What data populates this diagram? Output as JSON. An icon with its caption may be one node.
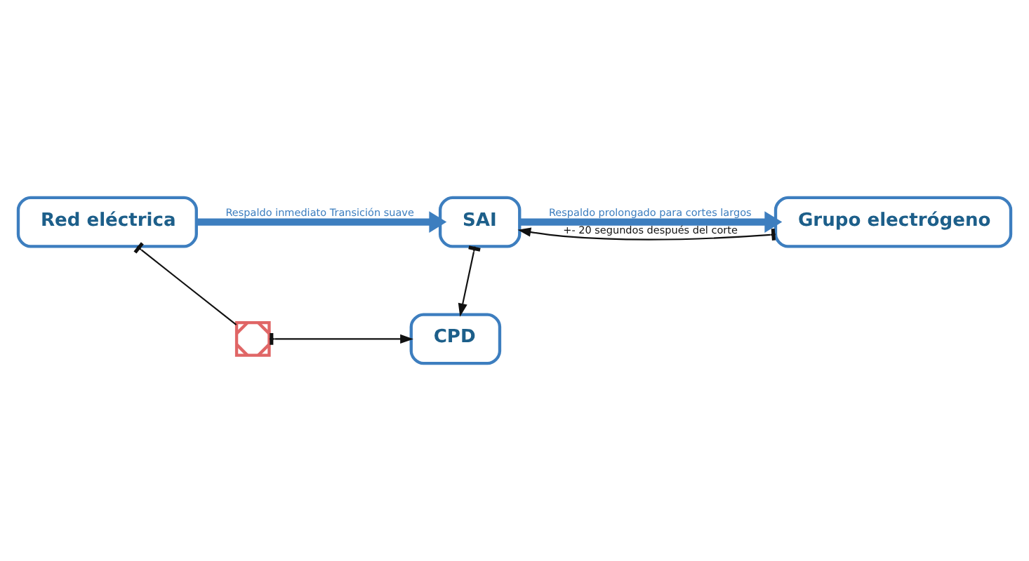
{
  "diagram": {
    "nodes": [
      {
        "text": [
          "Red eléctrica"
        ]
      },
      {
        "text": [
          "SAI"
        ]
      },
      {
        "text": [
          "Grupo electrógeno"
        ]
      },
      {
        "text": [],
        "shape": "cross"
      },
      {
        "text": [
          "CPD"
        ]
      }
    ],
    "edges": [
      {
        "from": 0,
        "to": 1,
        "arrow": "to",
        "label": "Respaldo inmediato Transición suave",
        "style": "thick",
        "color": "#3d7ebf"
      },
      {
        "from": 1,
        "to": 2,
        "arrow": "to",
        "label": "Respaldo prolongado para cortes largos",
        "style": "thick",
        "color": "#3d7ebf"
      },
      {
        "from": 2,
        "to": 1,
        "arrow": "to",
        "label": "+- 20 segundos después del corte"
      },
      {
        "from": 0,
        "to": 3,
        "arrow": "other"
      },
      {
        "from": 3,
        "to": 4,
        "arrow": "to"
      },
      {
        "from": 1,
        "to": 4,
        "arrow": "to"
      }
    ]
  }
}
